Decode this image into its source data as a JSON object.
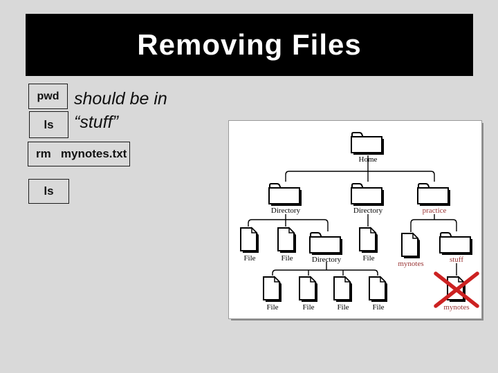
{
  "title": "Removing Files",
  "commands": {
    "pwd": "pwd",
    "ls1": "ls",
    "rm": "rm   mynotes.txt",
    "ls2": "ls"
  },
  "note": {
    "line1": "should be in",
    "line2": "“stuff”"
  },
  "diagram": {
    "nodes": {
      "home": {
        "label": "Home",
        "type": "folder"
      },
      "dir1": {
        "label": "Directory",
        "type": "folder"
      },
      "dir2": {
        "label": "Directory",
        "type": "folder"
      },
      "practice": {
        "label": "practice",
        "type": "folder"
      },
      "file1": {
        "label": "File",
        "type": "file"
      },
      "file2": {
        "label": "File",
        "type": "file"
      },
      "dir3": {
        "label": "Directory",
        "type": "folder"
      },
      "file3": {
        "label": "File",
        "type": "file"
      },
      "mynotes1": {
        "label": "mynotes",
        "type": "file"
      },
      "stuff": {
        "label": "stuff",
        "type": "folder"
      },
      "file4": {
        "label": "File",
        "type": "file"
      },
      "file5": {
        "label": "File",
        "type": "file"
      },
      "file6": {
        "label": "File",
        "type": "file"
      },
      "file7": {
        "label": "File",
        "type": "file"
      },
      "mynotes2": {
        "label": "mynotes",
        "type": "file",
        "crossed_out": true
      }
    },
    "colors": {
      "background": "#D9D9D9",
      "title_bar": "#000000",
      "title_text": "#FFFFFF",
      "highlight_label": "#993333",
      "cross": "#CC2222"
    }
  }
}
